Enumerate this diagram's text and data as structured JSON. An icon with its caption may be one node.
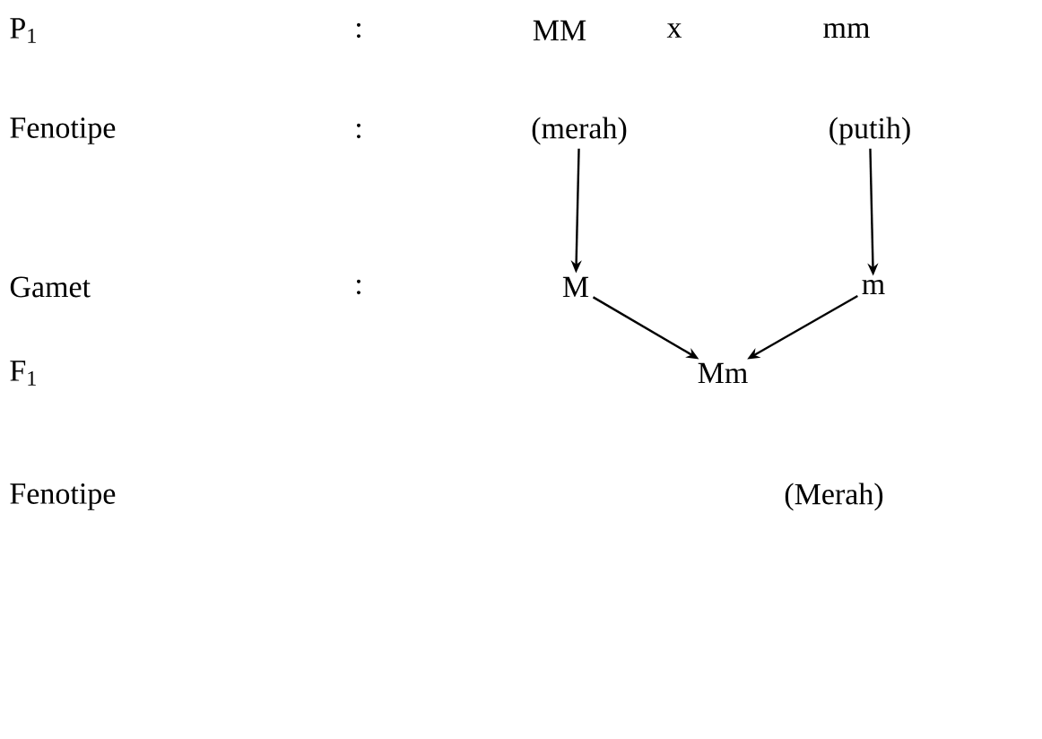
{
  "diagram": {
    "nodes": [
      {
        "text": [
          "(merah)"
        ]
      },
      {
        "text": [
          "(putih)"
        ]
      },
      {
        "text": [
          "M"
        ]
      },
      {
        "text": [
          "m"
        ]
      },
      {
        "text": [
          "Mm"
        ]
      }
    ],
    "edges": [
      {
        "from": 0,
        "to": 2,
        "arrow": "to"
      },
      {
        "from": 1,
        "to": 3,
        "arrow": "to"
      },
      {
        "from": 2,
        "to": 4,
        "arrow": "to"
      },
      {
        "from": 3,
        "to": 4,
        "arrow": "to"
      }
    ],
    "labels": [
      "P$_{1}$",
      ":",
      "MM",
      "x",
      "mm",
      "Fenotipe",
      ":",
      "Gamet",
      ":",
      "F$_{1}$",
      "Fenotipe",
      "(Merah)"
    ]
  }
}
